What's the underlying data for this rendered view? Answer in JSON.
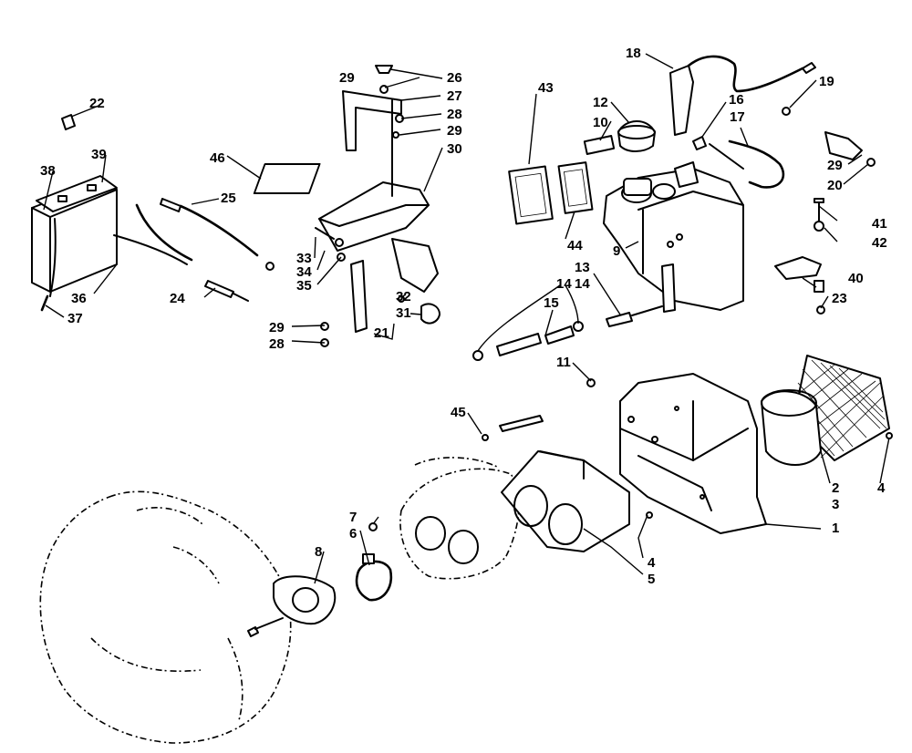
{
  "diagram": {
    "callouts": [
      "1",
      "2",
      "3",
      "4",
      "4",
      "5",
      "6",
      "7",
      "8",
      "9",
      "10",
      "11",
      "12",
      "13",
      "14",
      "14",
      "15",
      "16",
      "17",
      "18",
      "19",
      "20",
      "21",
      "22",
      "23",
      "24",
      "25",
      "26",
      "27",
      "28",
      "28",
      "29",
      "29",
      "29",
      "29",
      "30",
      "31",
      "32",
      "33",
      "34",
      "35",
      "36",
      "37",
      "38",
      "39",
      "40",
      "41",
      "42",
      "43",
      "44",
      "45",
      "46"
    ]
  }
}
